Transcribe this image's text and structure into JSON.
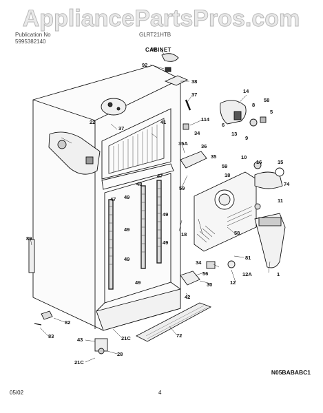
{
  "watermark": "AppliancePartsPros.com",
  "header": {
    "publication_label": "Publication No",
    "publication_value": "5995382140",
    "model": "GLRT21HTB",
    "section": "CABINET"
  },
  "parts": [
    "40",
    "92",
    "38",
    "37",
    "14",
    "58",
    "8",
    "5",
    "6",
    "13",
    "9",
    "22",
    "41",
    "37",
    "114",
    "34",
    "36",
    "35A",
    "35",
    "59",
    "10",
    "16",
    "15",
    "74",
    "18",
    "59",
    "11",
    "48",
    "47",
    "49",
    "49",
    "47",
    "49",
    "49",
    "49",
    "49",
    "18",
    "58",
    "1",
    "89",
    "81",
    "34",
    "56",
    "12",
    "12A",
    "30",
    "42",
    "82",
    "83",
    "21C",
    "43",
    "28",
    "21C",
    "72"
  ],
  "footer": {
    "drawing_code": "N05BABABC1",
    "date": "05/02",
    "page": "4"
  }
}
